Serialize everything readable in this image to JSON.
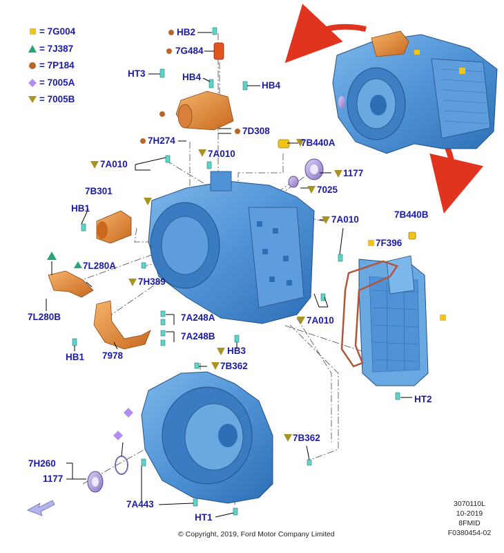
{
  "legend": [
    {
      "symbol": "square",
      "color": "#f2c417",
      "code": "7G004"
    },
    {
      "symbol": "triangle",
      "color": "#2aa37a",
      "code": "7J387"
    },
    {
      "symbol": "circle",
      "color": "#b8672a",
      "code": "7P184"
    },
    {
      "symbol": "diamond",
      "color": "#b48cf0",
      "code": "7005A"
    },
    {
      "symbol": "triangle-down",
      "color": "#a89322",
      "code": "7005B"
    }
  ],
  "parts": {
    "hb2": "HB2",
    "g484": "7G484",
    "ht3": "HT3",
    "hb4a": "HB4",
    "hb4b": "HB4",
    "d308": "7D308",
    "h274": "7H274",
    "b440a": "7B440A",
    "a010a": "7A010",
    "a010b": "7A010",
    "p1177a": "1177",
    "p7025": "7025",
    "b301": "7B301",
    "hb1a": "HB1",
    "a010c": "7A010",
    "b440b": "7B440B",
    "f396": "7F396",
    "l280a": "7L280A",
    "h389": "7H389",
    "l280b": "7L280B",
    "a010d": "7A010",
    "a248a": "7A248A",
    "a248b": "7A248B",
    "hb3": "HB3",
    "hb1b": "HB1",
    "p7978": "7978",
    "b362a": "7B362",
    "ht2": "HT2",
    "b362b": "7B362",
    "h260": "7H260",
    "p1177b": "1177",
    "a443": "7A443",
    "ht1": "HT1"
  },
  "reference": {
    "line1": "3070110L",
    "line2": "10-2019",
    "line3": "8FMID",
    "line4": "F0380454-02"
  },
  "copyright": "© Copyright, 2019, Ford Motor Company Limited",
  "colors": {
    "label": "#1a1aa8",
    "housing": "#4f93d6",
    "housing_dark": "#2d6fb5",
    "part_orange": "#e08a3a",
    "arrow_red": "#e0341e"
  }
}
